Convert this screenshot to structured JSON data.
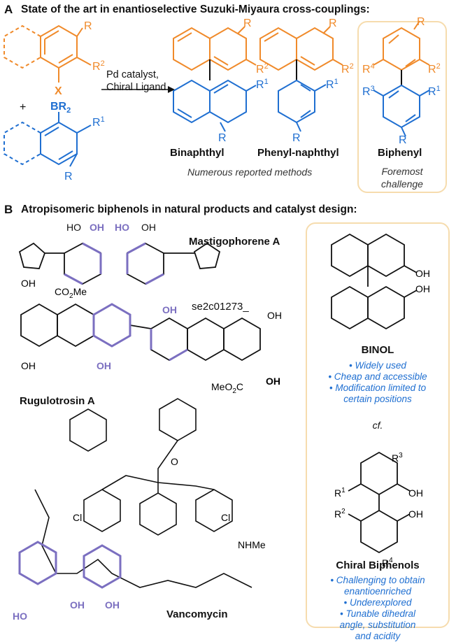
{
  "panel_a": {
    "letter": "A",
    "title": "State of the art in enantioselective Suzuki-Miyaura cross-couplings:",
    "reaction_line1": "Pd catalyst,",
    "reaction_line2": "Chiral Ligand",
    "plus": "+",
    "atom_labels": {
      "R": "R",
      "R1": "R",
      "R2": "R",
      "X": "X",
      "BR2": "BR",
      "sup1": "1",
      "sup2": "2",
      "sup3": "3",
      "sup4": "4",
      "sub2": "2"
    },
    "products": [
      "Binaphthyl",
      "Phenyl-naphthyl",
      "Biphenyl"
    ],
    "note": "Numerous reported methods",
    "challenge_line1": "Foremost",
    "challenge_line2": "challenge"
  },
  "panel_b": {
    "letter": "B",
    "title": "Atropisomeric biphenols in natural products and catalyst design:",
    "compounds": [
      "Mastigophorene A",
      "Rugulotrosin A",
      "Vancomycin"
    ],
    "doc_id": "se2c01273_",
    "binol": {
      "name": "BINOL",
      "bullets": [
        "• Widely used",
        "• Cheap and accessible",
        "• Modification limited to",
        "certain positions"
      ]
    },
    "cf": "cf.",
    "biphenols": {
      "name": "Chiral Biphenols",
      "bullets": [
        "• Challenging to obtain",
        "enantioenriched",
        "• Underexplored",
        "• Tunable dihedral",
        "angle, substitution",
        "and acidity"
      ]
    }
  },
  "colors": {
    "orange": "#f08a2a",
    "blue": "#1f6fd1",
    "purple": "#7b6fc0",
    "box_border": "#f6dcae"
  }
}
